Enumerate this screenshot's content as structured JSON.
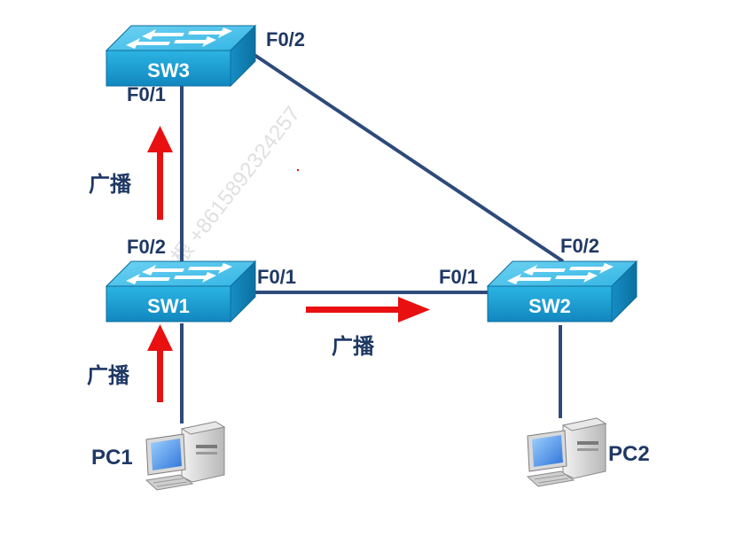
{
  "devices": {
    "sw3": {
      "name": "SW3"
    },
    "sw1": {
      "name": "SW1"
    },
    "sw2": {
      "name": "SW2"
    },
    "pc1": {
      "name": "PC1"
    },
    "pc2": {
      "name": "PC2"
    }
  },
  "ports": {
    "sw3_f02": "F0/2",
    "sw3_f01": "F0/1",
    "sw1_f02": "F0/2",
    "sw1_f01": "F0/1",
    "sw2_f01": "F0/1",
    "sw2_f02": "F0/2"
  },
  "annotations": {
    "broadcast_sw1_up": "广播",
    "broadcast_pc1_up": "广播",
    "broadcast_sw1_sw2": "广播"
  },
  "watermark": "根 +8615892324257",
  "colors": {
    "link": "#2e4a7a",
    "arrow": "#e81010",
    "switch_front": "#1ea7d8",
    "switch_top": "#4cc3ea",
    "label": "#1f3864"
  },
  "icons": {
    "switch": "layer2-switch-icon",
    "pc": "desktop-pc-icon",
    "arrow": "red-arrow-icon"
  }
}
